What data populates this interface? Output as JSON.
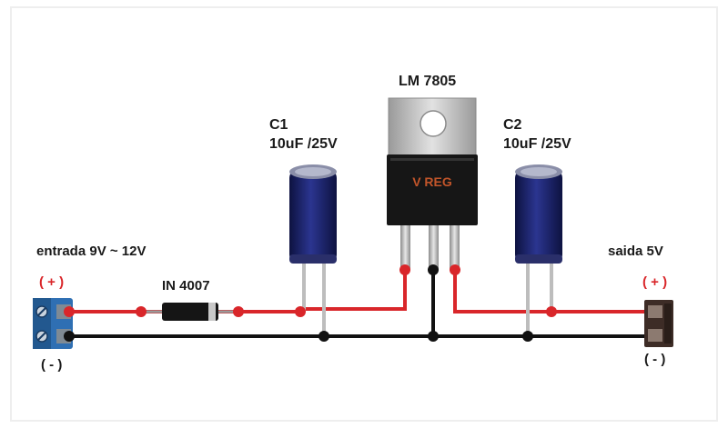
{
  "input": {
    "label": "entrada 9V ~ 12V",
    "plus": "( + )",
    "minus": "( - )"
  },
  "output": {
    "label": "saida 5V",
    "plus": "( + )",
    "minus": "( - )"
  },
  "diode": {
    "label": "IN 4007"
  },
  "c1": {
    "name": "C1",
    "value": "10uF /25V"
  },
  "c2": {
    "name": "C2",
    "value": "10uF /25V"
  },
  "regulator": {
    "label": "LM 7805",
    "marking": "V REG"
  },
  "colors": {
    "positive_wire": "#d9262a",
    "ground_wire": "#111111",
    "capacitor": "#1c2366",
    "terminal": "#2f6fb3"
  }
}
